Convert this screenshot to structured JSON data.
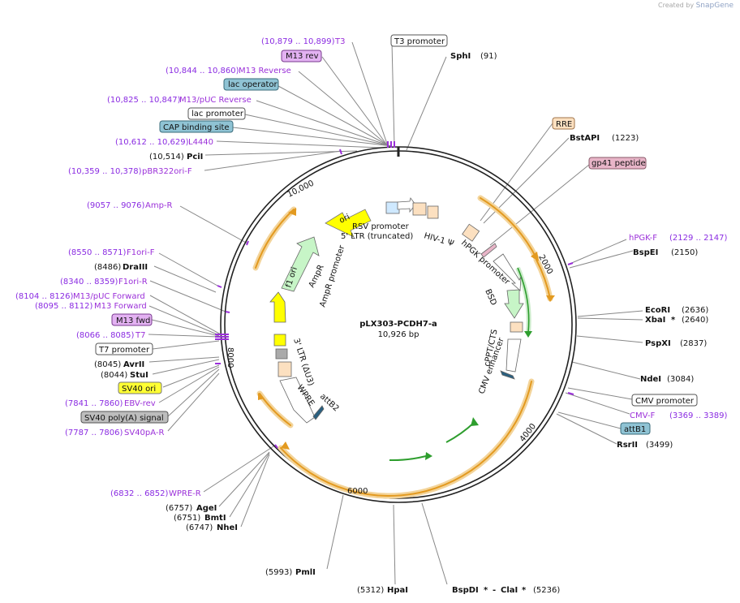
{
  "brand": {
    "created_by": "Created by",
    "name": "SnapGene"
  },
  "plasmid": {
    "name": "pLX303-PCDH7-a",
    "size": "10,926 bp"
  },
  "colors": {
    "feature_purple": "#9b30d9",
    "orange_arc": "#f0a830",
    "backbone": "#222222"
  },
  "ticks": {
    "t2000": "2000",
    "t4000": "4000",
    "t6000": "6000",
    "t8000": "8000",
    "t10000": "10,000"
  },
  "left_labels": {
    "t3_pos": "(10,879 .. 10,899)",
    "t3": "T3",
    "m13rev": "M13 rev",
    "m13reverse_pos": "(10,844 .. 10,860)",
    "m13reverse": "M13 Reverse",
    "lac_operator": "lac operator",
    "m13puc_rev_pos": "(10,825 .. 10,847)",
    "m13puc_rev": "M13/pUC Reverse",
    "lac_promoter": "lac promoter",
    "cap_site": "CAP binding site",
    "l4440_pos": "(10,612 .. 10,629)",
    "l4440": "L4440",
    "pcii_pos": "(10,514)",
    "pcii": "PciI",
    "pbr_pos": "(10,359 .. 10,378)",
    "pbr": "pBR322ori-F",
    "ampr_pos": "(9057 .. 9076)",
    "ampr": "Amp-R",
    "f1orif_pos": "(8550 .. 8571)",
    "f1orif": "F1ori-F",
    "draiii_pos": "(8486)",
    "draiii": "DraIII",
    "f1orir_pos": "(8340 .. 8359)",
    "f1orir": "F1ori-R",
    "m13pucfwd_pos": "(8104 .. 8126)",
    "m13pucfwd": "M13/pUC Forward",
    "m13forward_pos": "(8095 .. 8112)",
    "m13forward": "M13 Forward",
    "m13fwd": "M13 fwd",
    "t7_pos": "(8066 .. 8085)",
    "t7": "T7",
    "t7promoter": "T7 promoter",
    "avrii_pos": "(8045)",
    "avrii": "AvrII",
    "stui_pos": "(8044)",
    "stui": "StuI",
    "sv40ori": "SV40 ori",
    "ebvrev_pos": "(7841 .. 7860)",
    "ebvrev": "EBV-rev",
    "sv40polya": "SV40 poly(A) signal",
    "sv40par_pos": "(7787 .. 7806)",
    "sv40par": "SV40pA-R",
    "wprer_pos": "(6832 .. 6852)",
    "wprer": "WPRE-R",
    "agei_pos": "(6757)",
    "agei": "AgeI",
    "bmti_pos": "(6751)",
    "bmti": "BmtI",
    "nhei_pos": "(6747)",
    "nhei": "NheI",
    "pmli_pos": "(5993)",
    "pmli": "PmlI",
    "hpai_pos": "(5312)",
    "hpai": "HpaI"
  },
  "right_labels": {
    "t3promoter": "T3 promoter",
    "sphi": "SphI",
    "sphi_pos": "(91)",
    "rre": "RRE",
    "bstapi": "BstAPI",
    "bstapi_pos": "(1223)",
    "gp41": "gp41 peptide",
    "hpgkf": "hPGK-F",
    "hpgkf_pos": "(2129 .. 2147)",
    "bspei": "BspEI",
    "bspei_pos": "(2150)",
    "ecori": "EcoRI",
    "ecori_pos": "(2636)",
    "xbai": "XbaI",
    "xbai_star": "*",
    "xbai_pos": "(2640)",
    "pspxi": "PspXI",
    "pspxi_pos": "(2837)",
    "ndei": "NdeI",
    "ndei_pos": "(3084)",
    "cmvpromoter": "CMV promoter",
    "cmvf": "CMV-F",
    "cmvf_pos": "(3369 .. 3389)",
    "attb1": "attB1",
    "rsrii": "RsrII",
    "rsrii_pos": "(3499)",
    "bspdi": "BspDI",
    "bspdi_star": "*",
    "bspdi_sep": "-",
    "clai": "ClaI",
    "clai_star": "*",
    "clai_pos": "(5236)"
  },
  "inner_labels": {
    "ori": "ori",
    "rsv": "RSV promoter",
    "ltr5": "5' LTR (truncated)",
    "hiv": "HIV-1 Ψ",
    "hpgk": "hPGK promoter",
    "bsd": "BSD",
    "cppt": "cPPT/CTS",
    "cmvenh": "CMV enhancer",
    "ampr": "AmpR",
    "amprprom": "AmpR promoter",
    "f1ori": "f1 ori",
    "ltr3": "3' LTR (ΔU3)",
    "wpre": "WPRE",
    "attb2": "attB2"
  }
}
